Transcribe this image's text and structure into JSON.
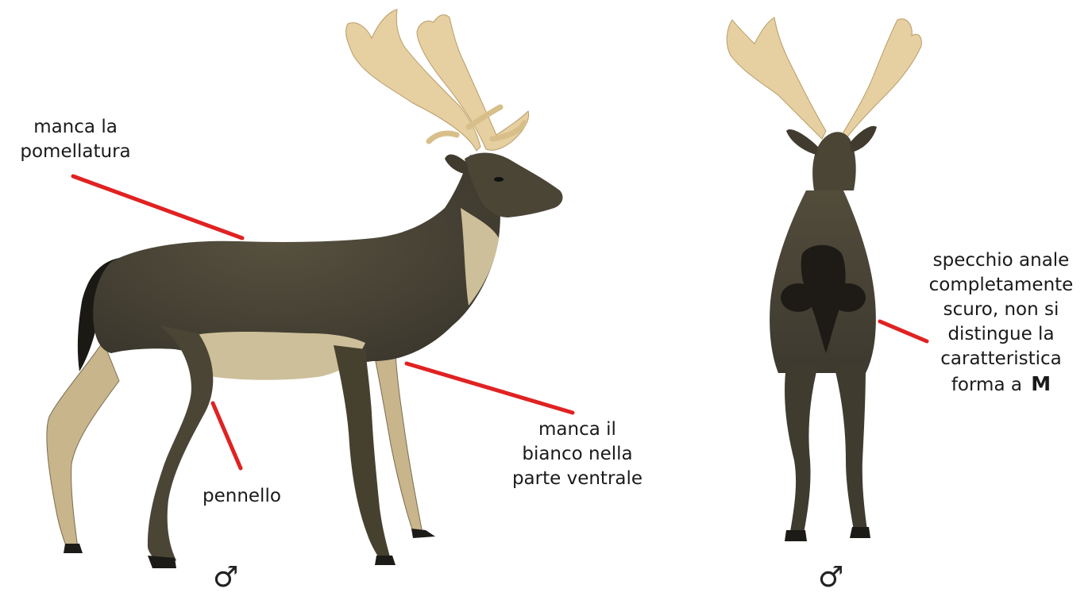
{
  "figure": {
    "left_view": {
      "callouts": {
        "pomellatura": [
          "manca la",
          "pomellatura"
        ],
        "pennello": [
          "pennello"
        ],
        "ventrale": [
          "manca il",
          "bianco nella",
          "parte ventrale"
        ]
      },
      "sex_symbol": "♂"
    },
    "right_view": {
      "callouts": {
        "specchio": [
          "specchio anale",
          "completamente",
          "scuro, non si",
          "distingue la",
          "caratteristica"
        ],
        "specchio_last_prefix": "forma a",
        "specchio_last_bold": "M"
      },
      "sex_symbol": "♂"
    }
  },
  "colors": {
    "coat": "#4c4736",
    "coat_dark": "#35312a",
    "belly": "#cdbf99",
    "legs_light": "#c9b78f",
    "antler": "#e6cfa0",
    "tail": "#1b1914",
    "hoof": "#1d1b17",
    "leader_line": "#e02222"
  }
}
